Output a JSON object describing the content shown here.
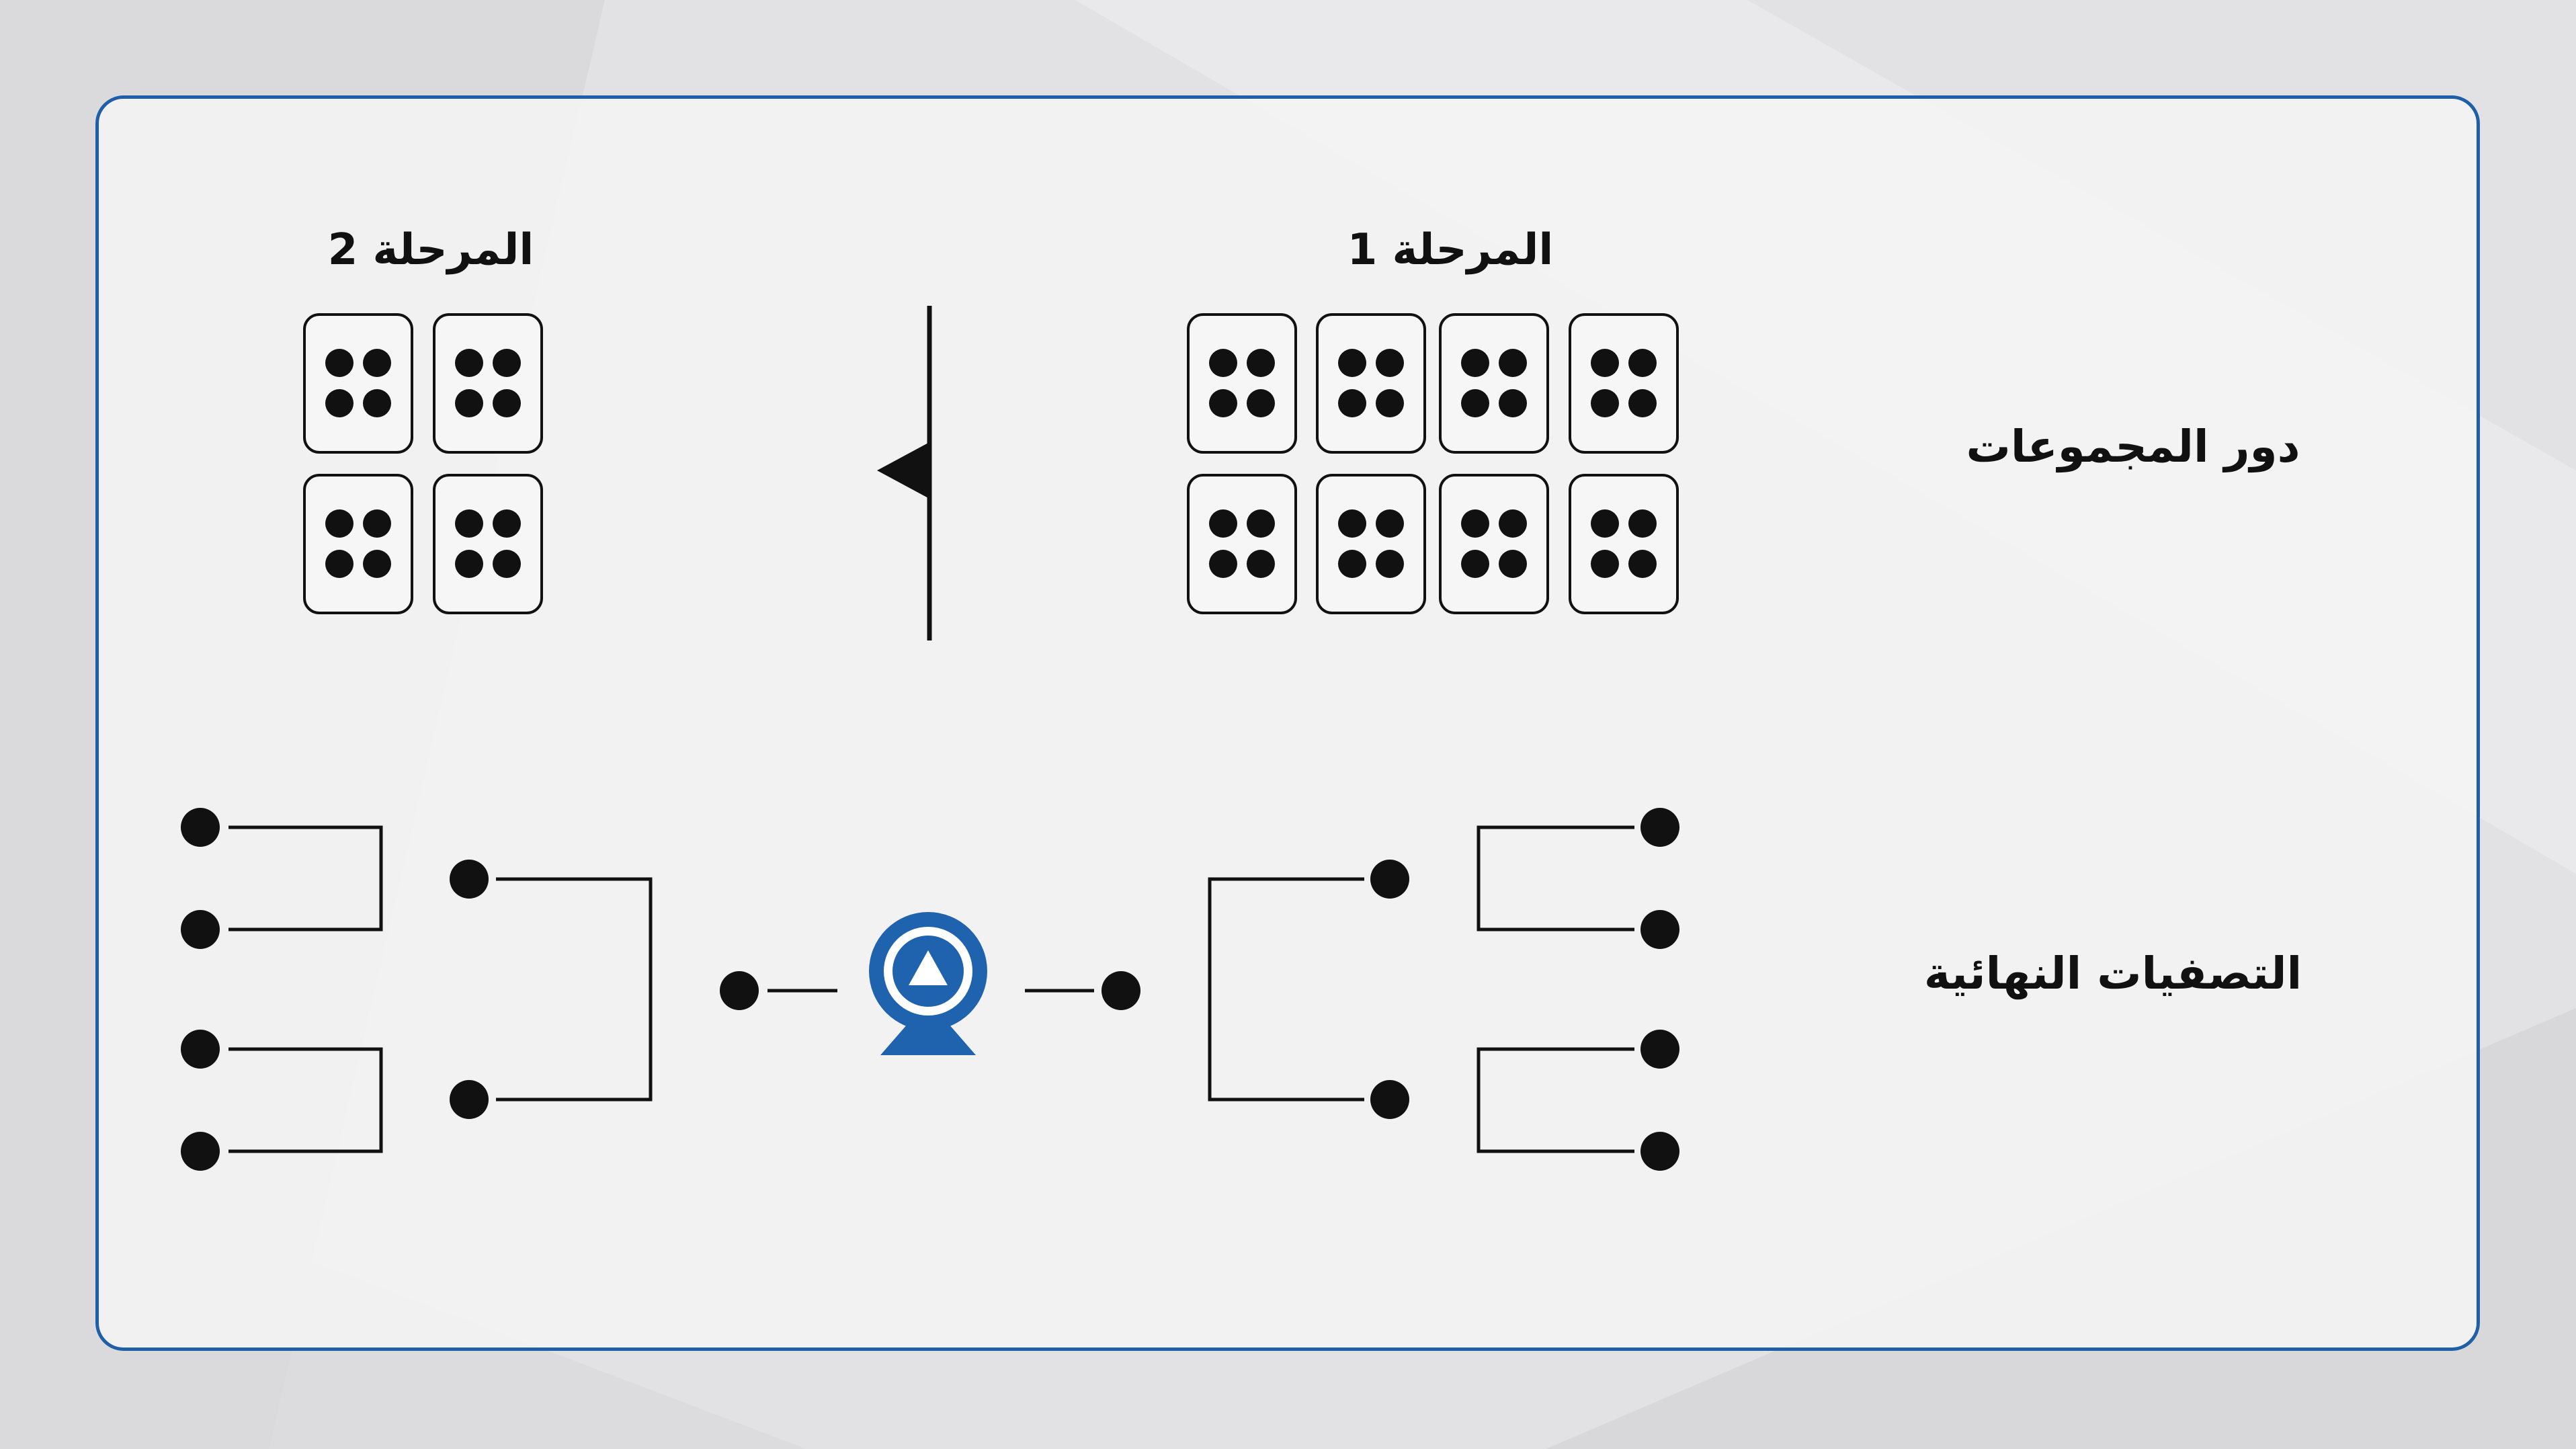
{
  "rows": {
    "group_stage": "دور المجموعات",
    "knockout": "التصفيات النهائية"
  },
  "stages": {
    "stage1": "المرحلة 1",
    "stage2": "المرحلة 2"
  },
  "group_stage": {
    "stage1_groups": 8,
    "stage2_groups": 4,
    "teams_per_group": 4
  },
  "knockout": {
    "teams_per_side": 4
  },
  "colors": {
    "frame": "#1f5fa8",
    "trophy": "#1f63ae",
    "ink": "#111111"
  },
  "icons": {
    "progress_arrow": "left-arrow-icon",
    "trophy": "trophy-icon"
  }
}
